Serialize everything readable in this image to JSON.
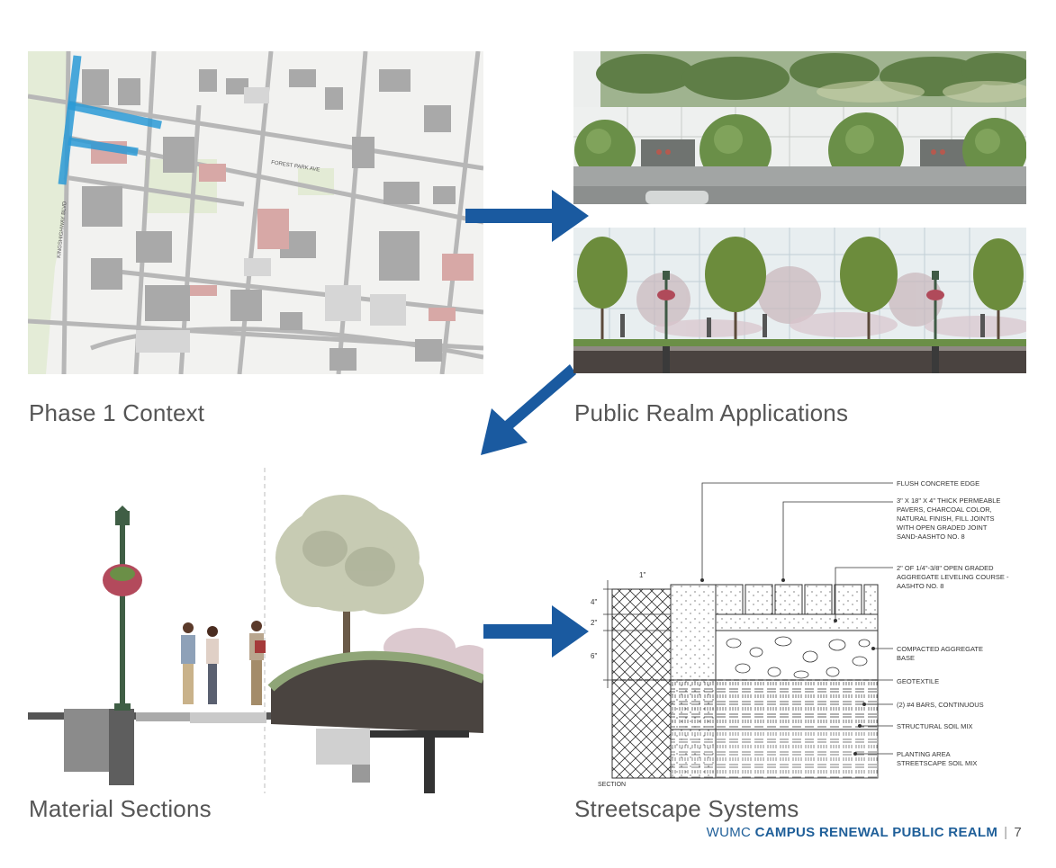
{
  "captions": {
    "context": "Phase 1 Context",
    "applications": "Public Realm Applications",
    "sections": "Material Sections",
    "systems": "Streetscape Systems"
  },
  "footer": {
    "prefix": "WUMC",
    "title": "CAMPUS RENEWAL PUBLIC REALM",
    "separator": "|",
    "page": "7"
  },
  "map": {
    "street_labels": [
      "FOREST PARK AVE",
      "KINGSHIGHWAY BLVD"
    ]
  },
  "detail": {
    "callouts": [
      "FLUSH CONCRETE EDGE",
      "3\" X 18\" X 4\" THICK PERMEABLE PAVERS, CHARCOAL COLOR, NATURAL FINISH, FILL JOINTS WITH OPEN GRADED JOINT SAND-AASHTO No. 8",
      "2\" of 1/4\"-3/8\" OPEN GRADED AGGREGATE LEVELING COURSE - AASHTO No. 8",
      "COMPACTED AGGREGATE BASE",
      "GEOTEXTILE",
      "(2) #4 BARS, CONTINUOUS",
      "STRUCTURAL SOIL MIX",
      "PLANTING AREA STREETSCAPE SOIL MIX"
    ],
    "section_label": "SECTION",
    "dims": [
      "1\"",
      "4\"",
      "2\"",
      "6\""
    ]
  },
  "colors": {
    "arrow": "#1a5aa0",
    "highlight": "#2a9ad6",
    "footer": "#1f5f99"
  }
}
